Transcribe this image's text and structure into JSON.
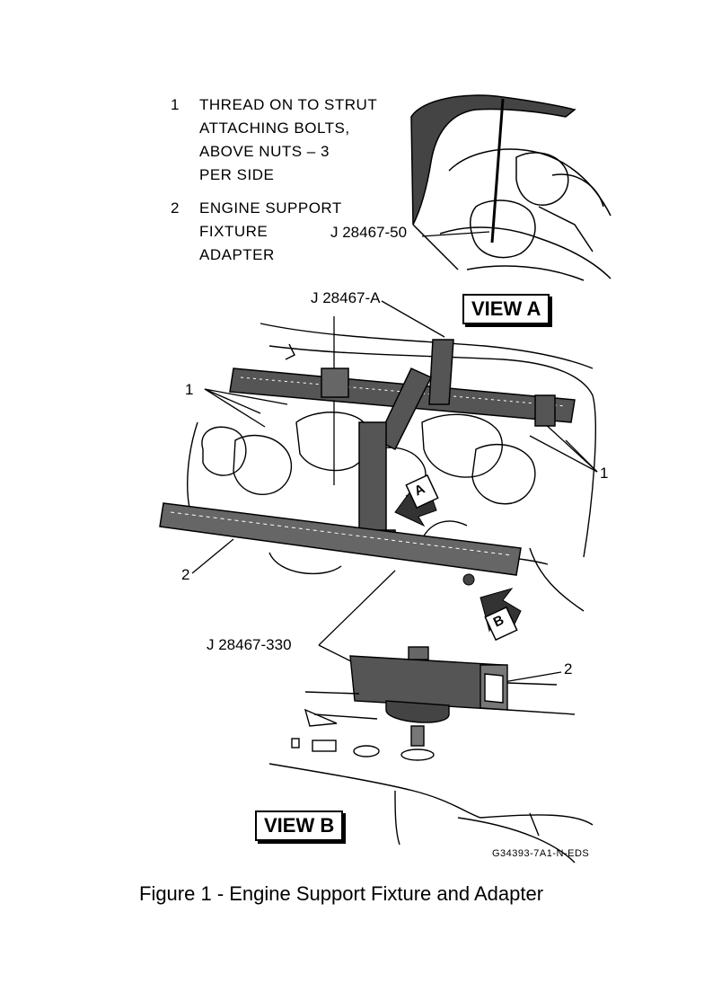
{
  "legend": [
    {
      "num": "1",
      "lines": [
        "THREAD ON TO STRUT",
        "ATTACHING BOLTS,",
        "ABOVE NUTS – 3",
        "PER SIDE"
      ]
    },
    {
      "num": "2",
      "lines": [
        "ENGINE SUPPORT",
        "FIXTURE",
        "ADAPTER"
      ]
    }
  ],
  "callouts": {
    "tool_50": "J 28467-50",
    "tool_a": "J  28467-A",
    "tool_330": "J 28467-330",
    "n1_left": "1",
    "n1_right": "1",
    "n2_left": "2",
    "n2_right": "2"
  },
  "views": {
    "a": "VIEW A",
    "b": "VIEW B"
  },
  "arrows": {
    "a": "A",
    "b": "B"
  },
  "drawing_code": "G34393-7A1-N-EDS",
  "caption": "Figure 1 - Engine Support Fixture and Adapter"
}
